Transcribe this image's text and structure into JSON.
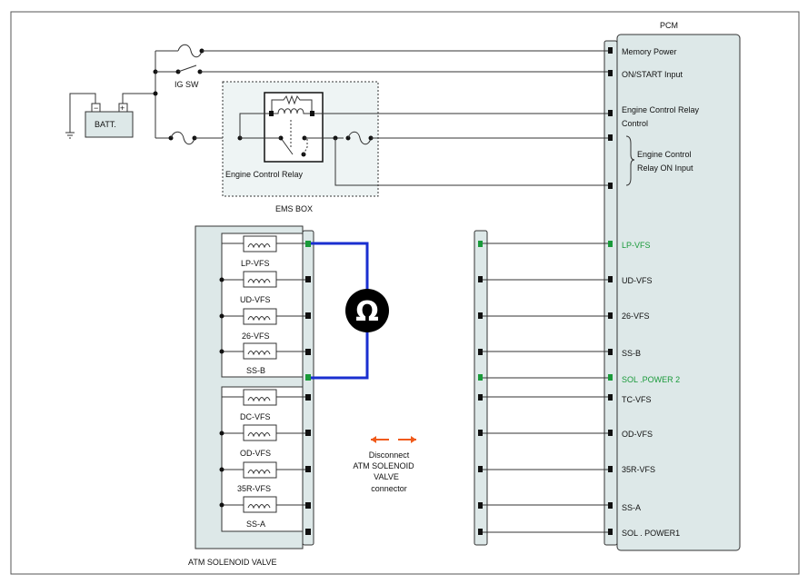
{
  "pcm": {
    "title": "PCM",
    "pins": [
      {
        "label": "Memory Power",
        "highlight": false
      },
      {
        "label": "ON/START Input",
        "highlight": false
      },
      {
        "label": "Engine Control Relay",
        "highlight": false
      },
      {
        "label": "Control",
        "highlight": false
      },
      {
        "label": "LP-VFS",
        "highlight": true
      },
      {
        "label": "UD-VFS",
        "highlight": false
      },
      {
        "label": "26-VFS",
        "highlight": false
      },
      {
        "label": "SS-B",
        "highlight": false
      },
      {
        "label": "SOL .POWER 2",
        "highlight": true
      },
      {
        "label": "TC-VFS",
        "highlight": false
      },
      {
        "label": "OD-VFS",
        "highlight": false
      },
      {
        "label": "35R-VFS",
        "highlight": false
      },
      {
        "label": "SS-A",
        "highlight": false
      },
      {
        "label": "SOL . POWER1",
        "highlight": false
      }
    ],
    "relay_on_input": [
      "Engine Control",
      "Relay ON Input"
    ]
  },
  "power": {
    "battery": "BATT.",
    "ig_sw": "IG SW"
  },
  "ems_box": {
    "title": "EMS BOX",
    "relay_label": "Engine Control Relay"
  },
  "solenoid_valve": {
    "title": "ATM SOLENOID VALVE",
    "solenoids": [
      "LP-VFS",
      "UD-VFS",
      "26-VFS",
      "SS-B",
      "DC-VFS",
      "OD-VFS",
      "35R-VFS",
      "SS-A"
    ]
  },
  "meter": {
    "symbol": "Ω",
    "wire_color": "#1a2fd0"
  },
  "instruction": [
    "Disconnect",
    "ATM SOLENOID",
    "VALVE",
    "connector"
  ],
  "colors": {
    "panel_fill": "#dde8e8",
    "highlight_pin": "#1a9a3a",
    "arrow": "#f05a1a"
  }
}
